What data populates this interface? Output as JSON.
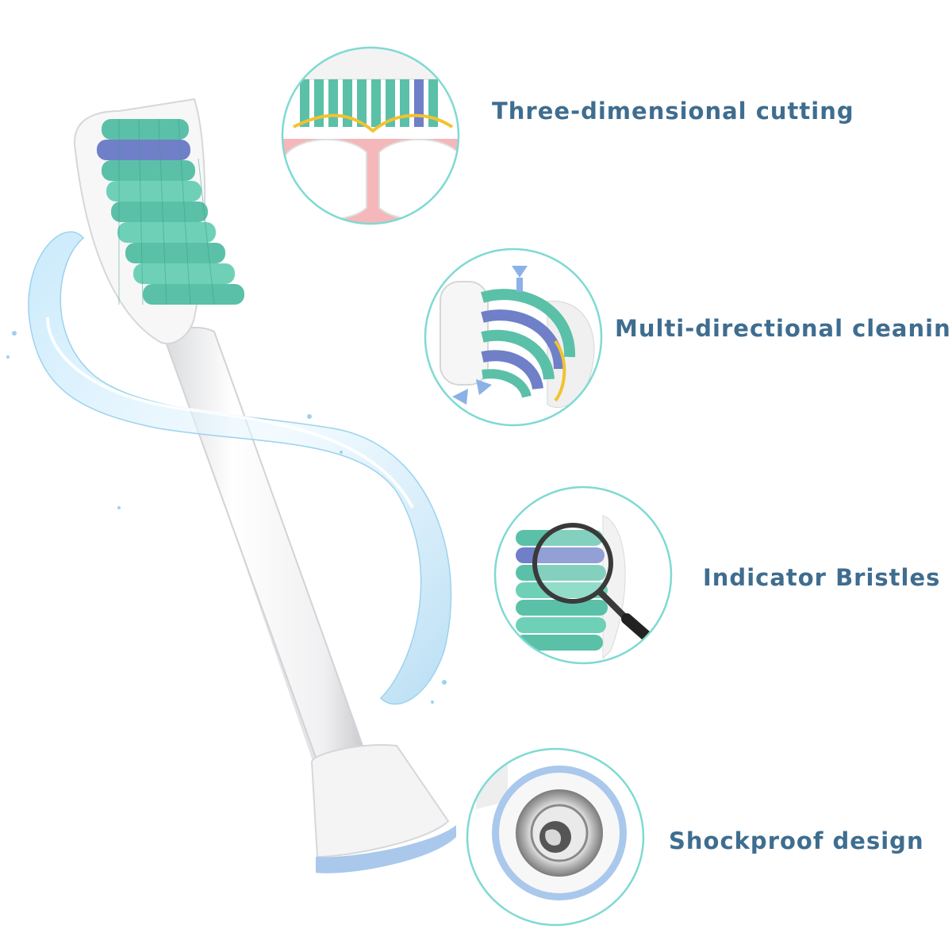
{
  "features": [
    {
      "label": "Three-dimensional cutting",
      "icon": "teeth-cutting-closeup"
    },
    {
      "label": "Multi-directional cleaning",
      "icon": "brush-head-arrows-closeup"
    },
    {
      "label": "Indicator Bristles",
      "icon": "magnifier-bristles-closeup"
    },
    {
      "label": "Shockproof design",
      "icon": "metal-sleeve-closeup"
    }
  ],
  "colors": {
    "label_text": "#3f6d8f",
    "circle_border": "#7fdad3",
    "bristle_teal": "#5bc0a8",
    "bristle_blue": "#6f80c8",
    "base_ring": "#a9c8ec"
  }
}
